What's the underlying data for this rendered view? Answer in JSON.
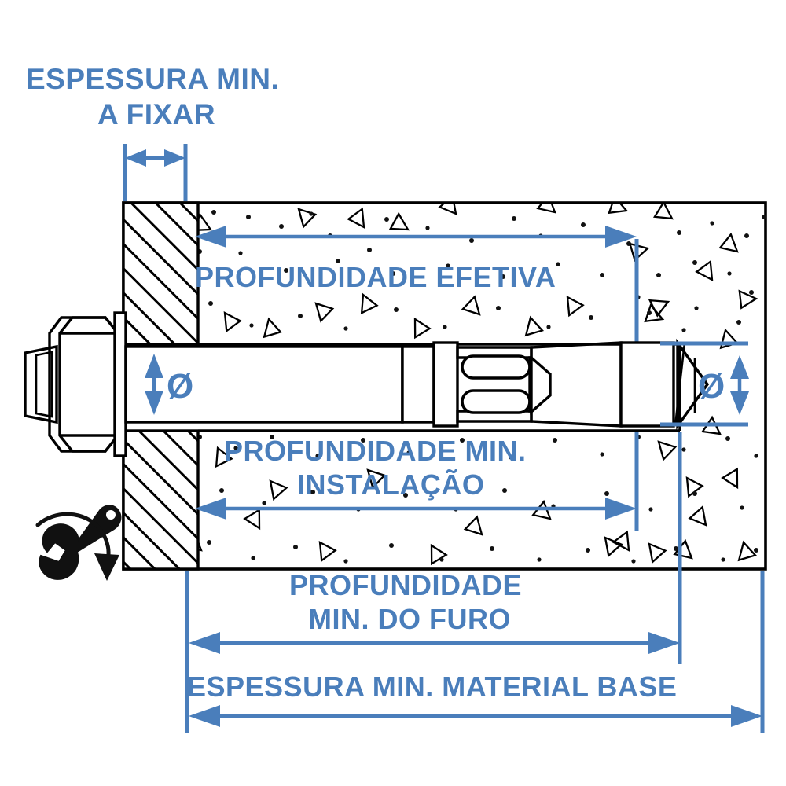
{
  "diagram": {
    "title_hidden": "Anchor bolt installation dimensions diagram (Portuguese)",
    "language": "pt-BR",
    "accent_color": "#4a7ebb",
    "line_color": "#000000",
    "background_color": "#ffffff"
  },
  "labels": {
    "fixture_thickness_line1": "ESPESSURA MIN.",
    "fixture_thickness_line2": "A FIXAR",
    "effective_depth": "PROFUNDIDADE EFETIVA",
    "min_install_depth_line1": "PROFUNDIDADE MIN.",
    "min_install_depth_line2": "INSTALAÇÃO",
    "min_hole_depth_line1": "PROFUNDIDADE",
    "min_hole_depth_line2": "MIN. DO FURO",
    "min_base_material_thickness": "ESPESSURA MIN. MATERIAL BASE",
    "diameter_left": "Ø",
    "diameter_right": "Ø"
  },
  "icons": {
    "wrench": "wrench-icon",
    "rotation_arrow": "curved-rotation-arrow-icon",
    "dimension_arrow": "double-headed-arrow-icon"
  },
  "parts": {
    "hex_nut": "hex-nut",
    "washer_plate": "washer-plate",
    "fixture": "hatched-fixture-plate",
    "anchor_shank": "anchor-shank",
    "expansion_sleeve": "expansion-sleeve",
    "cone_tip": "cone-tip",
    "base_material": "concrete-base-material"
  },
  "chart_data": {
    "type": "table",
    "title": "Anchor installation dimension callouts",
    "categories": [
      "ESPESSURA MIN. A FIXAR",
      "PROFUNDIDADE EFETIVA",
      "PROFUNDIDADE MIN. INSTALAÇÃO",
      "PROFUNDIDADE MIN. DO FURO",
      "ESPESSURA MIN. MATERIAL BASE",
      "Ø (haste)",
      "Ø (furo)"
    ],
    "values": [],
    "xlabel": "",
    "ylabel": ""
  }
}
